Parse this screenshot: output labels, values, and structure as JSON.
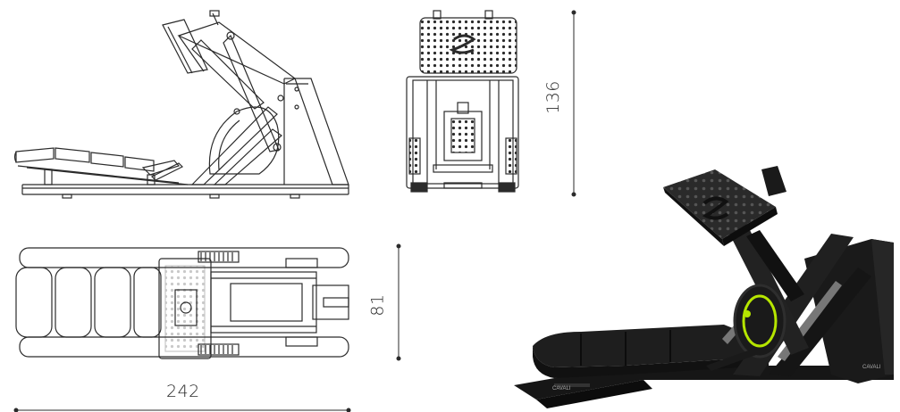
{
  "dimensions": {
    "length": "242",
    "height": "136",
    "width": "81"
  },
  "brand": {
    "logo_text": "CAVALI"
  },
  "colors": {
    "line": "#2b2b2b",
    "product_body": "#1c1c1c",
    "accent": "#b6e600",
    "background": "#ffffff"
  }
}
